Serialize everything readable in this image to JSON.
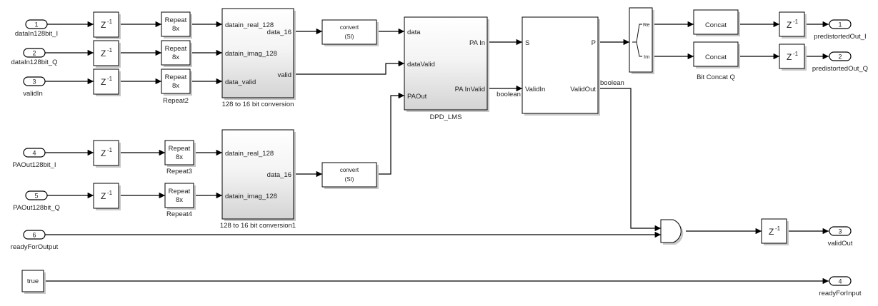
{
  "diagram": {
    "inports": [
      {
        "num": "1",
        "name": "dataIn128bit_I"
      },
      {
        "num": "2",
        "name": "dataIn128bit_Q"
      },
      {
        "num": "3",
        "name": "validIn"
      },
      {
        "num": "4",
        "name": "PAOut128bit_I"
      },
      {
        "num": "5",
        "name": "PAOut128bit_Q"
      },
      {
        "num": "6",
        "name": "readyForOutput"
      }
    ],
    "outports": [
      {
        "num": "1",
        "name": "predistortedOut_I"
      },
      {
        "num": "2",
        "name": "predistortedOut_Q"
      },
      {
        "num": "3",
        "name": "validOut"
      },
      {
        "num": "4",
        "name": "readyForInput"
      }
    ],
    "delay": {
      "base": "Z",
      "exp": "-1"
    },
    "repeat": {
      "line1": "Repeat",
      "line2": "8x"
    },
    "repeat_labels": [
      "Repeat2",
      "Repeat3",
      "Repeat4"
    ],
    "conv1": {
      "name": "128 to 16 bit conversion",
      "in_ports": [
        "datain_real_128",
        "datain_imag_128",
        "data_valid"
      ],
      "out_ports": [
        "data_16",
        "valid"
      ]
    },
    "conv2": {
      "name": "128 to 16 bit conversion1",
      "in_ports": [
        "datain_real_128",
        "datain_imag_128"
      ],
      "out_ports": [
        "data_16"
      ]
    },
    "convert": {
      "line1": "convert",
      "line2": "(SI)"
    },
    "dpd": {
      "name": "DPD_LMS",
      "in_ports": [
        "data",
        "dataValid",
        "PAOut"
      ],
      "out_ports": [
        "PA In",
        "PA InValid"
      ]
    },
    "s2p": {
      "in_ports": [
        "S",
        "ValidIn"
      ],
      "out_ports": [
        "P",
        "ValidOut"
      ]
    },
    "signal_labels": {
      "boolean1": "boolean",
      "boolean2": "boolean"
    },
    "complex_split": {
      "re": "Re",
      "im": "Im"
    },
    "concat": {
      "label": "Concat",
      "name_q": "Bit Concat Q"
    },
    "constant": {
      "value": "true"
    }
  }
}
